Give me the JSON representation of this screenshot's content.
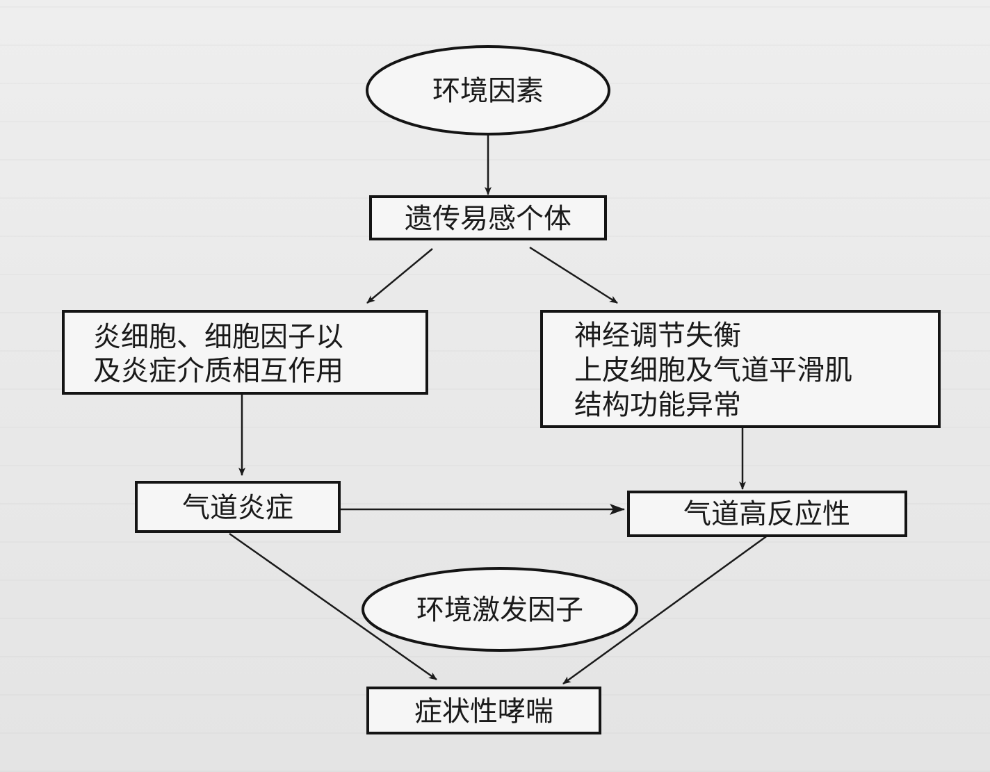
{
  "nodes": {
    "environment_factors": "环境因素",
    "genetic_susceptible": "遗传易感个体",
    "inflammation_interaction": [
      "炎细胞、细胞因子以",
      "及炎症介质相互作用"
    ],
    "neural_dysregulation": [
      "神经调节失衡",
      "上皮细胞及气道平滑肌",
      "结构功能异常"
    ],
    "airway_inflammation": "气道炎症",
    "airway_hyperresponsiveness": "气道高反应性",
    "environmental_triggers": "环境激发因子",
    "symptomatic_wheezing": "症状性哮喘"
  },
  "colors": {
    "line": "#1a1a1a",
    "box_fill": "#f6f6f6",
    "background": "#e9e9e9"
  }
}
